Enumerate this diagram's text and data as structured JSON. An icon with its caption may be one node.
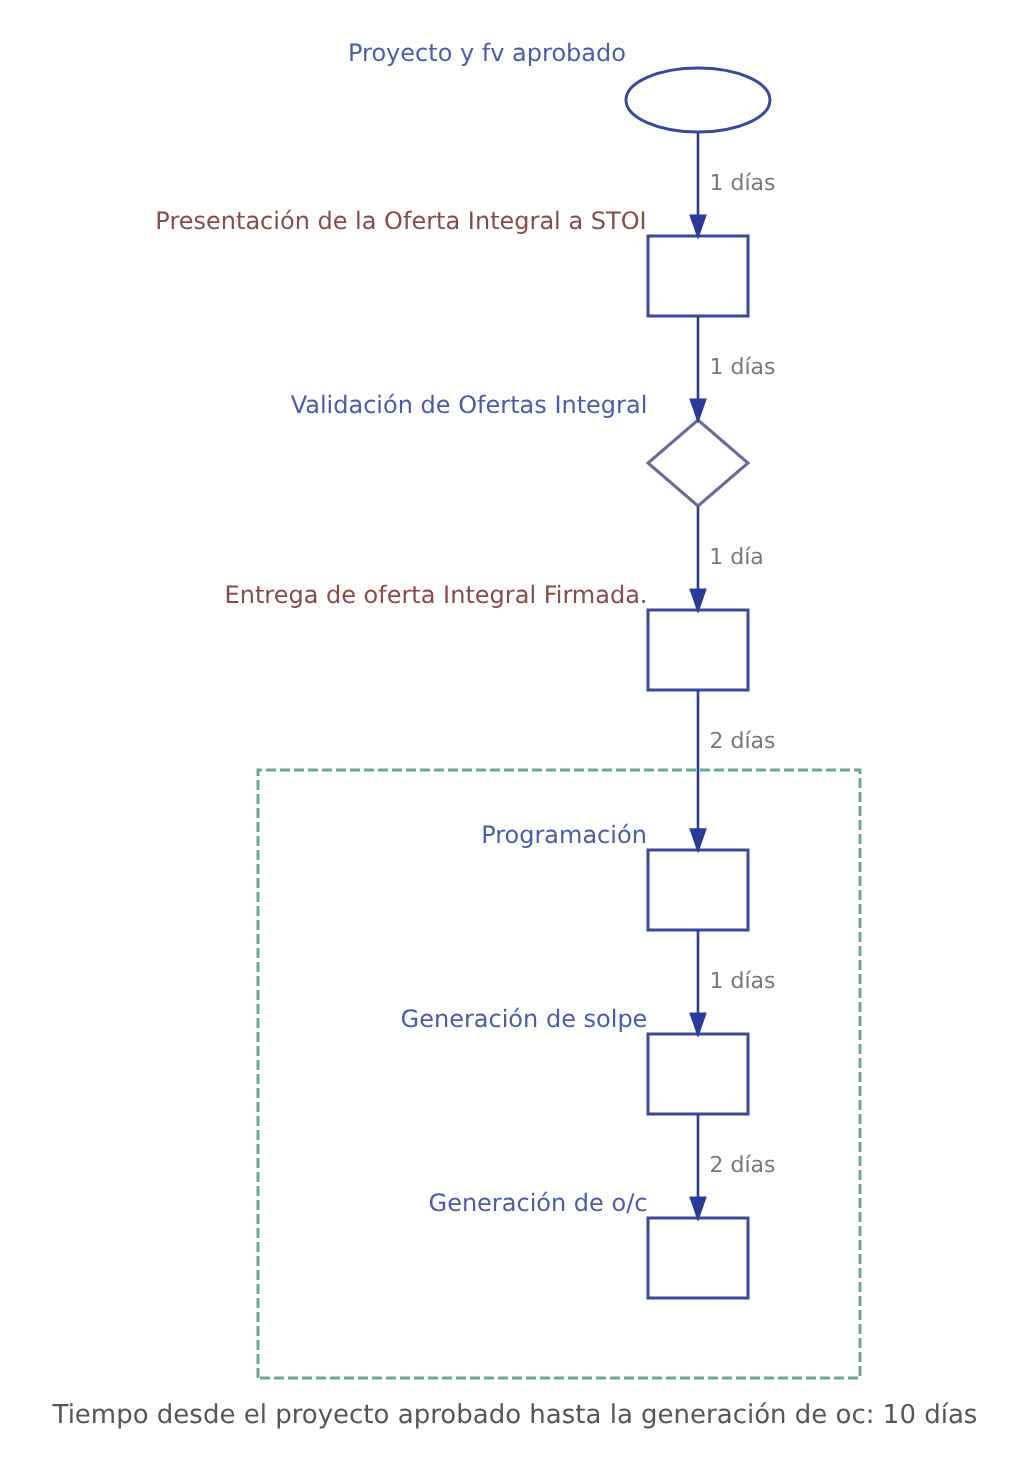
{
  "diagram": {
    "caption": "Tiempo desde el proyecto aprobado hasta la generación de oc: 10 días",
    "nodes": [
      {
        "text": [],
        "shape": "ellipse",
        "beside": [
          "Proyecto y fv aprobado"
        ]
      },
      {
        "text": [],
        "shape": "box",
        "beside": [
          "Presentación de la Oferta Integral a STOI"
        ]
      },
      {
        "text": [],
        "shape": "diamond",
        "beside": [
          "Validación de Ofertas Integral"
        ]
      },
      {
        "text": [],
        "shape": "box",
        "beside": [
          "Entrega de oferta Integral Firmada."
        ]
      },
      {
        "text": [],
        "shape": "box"
      },
      {
        "text": [],
        "shape": "box",
        "in": 4,
        "beside": [
          "Programación"
        ]
      },
      {
        "text": [],
        "shape": "box",
        "in": 4,
        "beside": [
          "Generación de solpe"
        ]
      },
      {
        "text": [],
        "shape": "box",
        "in": 4,
        "beside": [
          "Generación de o/c"
        ]
      }
    ],
    "edges": [
      {
        "from": 0,
        "to": 1,
        "arrow": "to",
        "label": "1 días"
      },
      {
        "from": 1,
        "to": 2,
        "arrow": "to",
        "label": "1 días"
      },
      {
        "from": 2,
        "to": 3,
        "arrow": "to",
        "label": "1 día"
      },
      {
        "from": 3,
        "to": 5,
        "arrow": "to",
        "label": "2 días"
      },
      {
        "from": 5,
        "to": 6,
        "arrow": "to",
        "label": "1 días"
      },
      {
        "from": 6,
        "to": 7,
        "arrow": "to",
        "label": "2 días"
      }
    ]
  }
}
